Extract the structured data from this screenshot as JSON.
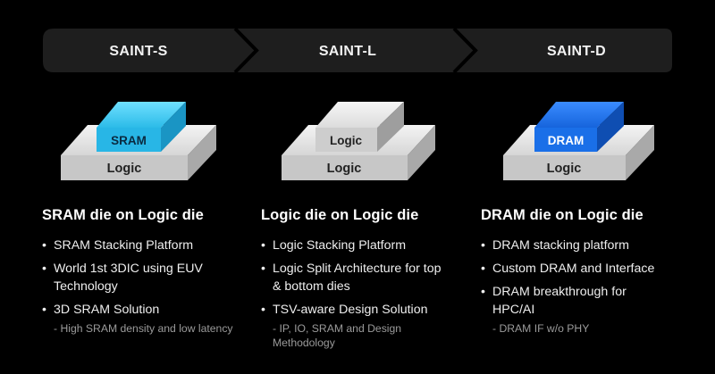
{
  "banner": {
    "stages": [
      "SAINT-S",
      "SAINT-L",
      "SAINT-D"
    ],
    "bar_color": "#1e1e1e",
    "divider_color": "#000000"
  },
  "blocks": [
    {
      "top_label": "SRAM",
      "base_label": "Logic",
      "top_color": "#2fc4f0",
      "top_style": "sram-light"
    },
    {
      "top_label": "Logic",
      "base_label": "Logic",
      "top_color": "#e2e2e2",
      "top_style": "logic-grey"
    },
    {
      "top_label": "DRAM",
      "base_label": "Logic",
      "top_color": "#1a6fe8",
      "top_style": "dram-blue"
    }
  ],
  "columns": [
    {
      "title": "SRAM die on Logic die",
      "points": [
        {
          "text": "SRAM Stacking Platform"
        },
        {
          "text": "World 1st 3DIC using EUV Technology"
        },
        {
          "text": "3D SRAM Solution",
          "sub": "- High SRAM density and low latency"
        }
      ]
    },
    {
      "title": "Logic die on Logic die",
      "points": [
        {
          "text": "Logic Stacking Platform"
        },
        {
          "text": "Logic Split Architecture for top & bottom dies"
        },
        {
          "text": "TSV-aware Design Solution",
          "sub": "- IP, IO, SRAM and Design Methodology"
        }
      ]
    },
    {
      "title": "DRAM die on Logic die",
      "points": [
        {
          "text": "DRAM stacking platform"
        },
        {
          "text": "Custom DRAM and Interface"
        },
        {
          "text": "DRAM breakthrough for HPC/AI",
          "sub": "- DRAM IF w/o PHY"
        }
      ]
    }
  ],
  "bullet_glyph": "•"
}
